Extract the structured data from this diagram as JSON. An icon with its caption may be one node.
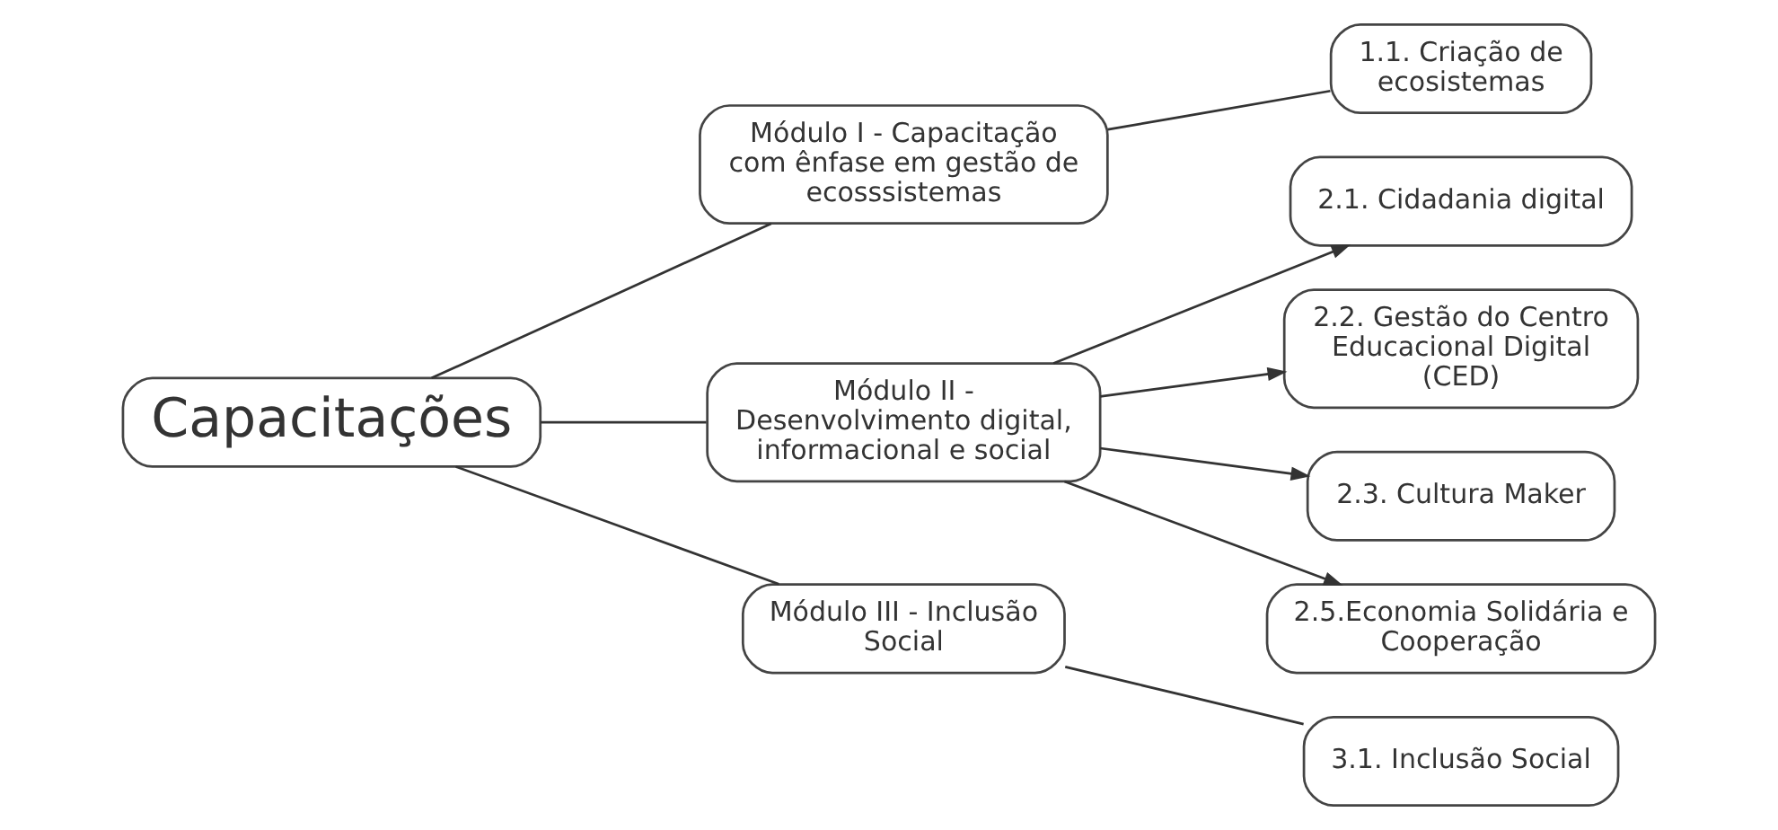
{
  "diagram": {
    "nodes": [
      {
        "text": [
          "Capacitações"
        ]
      },
      {
        "text": [
          "Módulo I - Capacitação com ênfase em gestão de ecosssistemas"
        ]
      },
      {
        "text": [
          "Módulo II - Desenvolvimento digital, informacional e social"
        ]
      },
      {
        "text": [
          "Módulo III - Inclusão Social"
        ]
      },
      {
        "text": [
          "1.1. Criação de ecosistemas"
        ]
      },
      {
        "text": [
          "2.1. Cidadania digital"
        ]
      },
      {
        "text": [
          "2.2. Gestão do Centro Educacional Digital (CED)"
        ]
      },
      {
        "text": [
          "2.3. Cultura Maker"
        ]
      },
      {
        "text": [
          "2.5.Economia Solidária e Cooperação"
        ]
      },
      {
        "text": [
          "3.1. Inclusão Social"
        ]
      }
    ],
    "edges": [
      {
        "from": 0,
        "to": 1,
        "arrow": "none"
      },
      {
        "from": 0,
        "to": 2,
        "arrow": "none"
      },
      {
        "from": 0,
        "to": 3,
        "arrow": "none"
      },
      {
        "from": 1,
        "to": 4,
        "arrow": "none"
      },
      {
        "from": 2,
        "to": 5,
        "arrow": "to"
      },
      {
        "from": 2,
        "to": 6,
        "arrow": "to"
      },
      {
        "from": 2,
        "to": 7,
        "arrow": "to"
      },
      {
        "from": 2,
        "to": 8,
        "arrow": "to"
      },
      {
        "from": 3,
        "to": 9,
        "arrow": "none"
      }
    ]
  }
}
